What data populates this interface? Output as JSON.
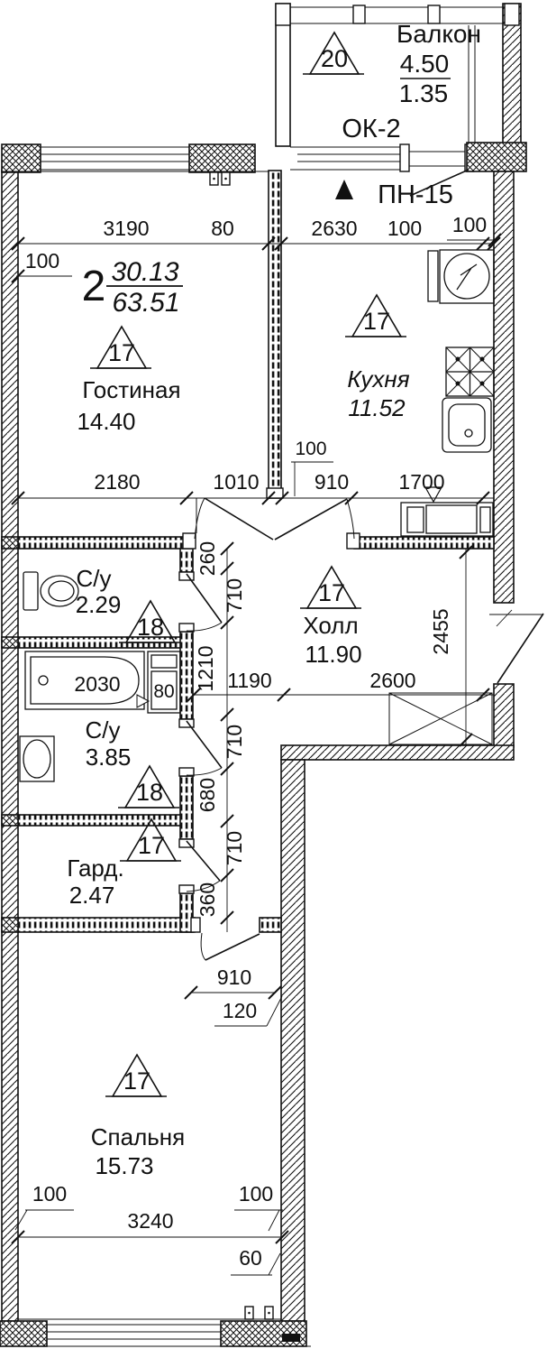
{
  "apartment": {
    "number": "2",
    "area_top": "30.13",
    "area_bottom": "63.51"
  },
  "balcony": {
    "zone": "20",
    "name": "Балкон",
    "area_top": "4.50",
    "area_bottom": "1.35"
  },
  "marks": {
    "balcony_window": "ОК-2",
    "door_panel": "ПН-15"
  },
  "rooms": {
    "living": {
      "zone": "17",
      "name": "Гостиная",
      "area": "14.40"
    },
    "kitchen": {
      "zone": "17",
      "name": "Кухня",
      "area": "11.52"
    },
    "hall": {
      "zone": "17",
      "name": "Холл",
      "area": "11.90"
    },
    "bath1": {
      "zone": "18",
      "name": "С/у",
      "area": "2.29"
    },
    "bath2": {
      "zone": "18",
      "name": "С/у",
      "area": "3.85"
    },
    "wardrobe": {
      "zone": "17",
      "name": "Гард.",
      "area": "2.47"
    },
    "bedroom": {
      "zone": "17",
      "name": "Спальня",
      "area": "15.73"
    }
  },
  "dims": {
    "top_left_100": "100",
    "top_3190": "3190",
    "top_80": "80",
    "top_2630": "2630",
    "top_100": "100",
    "kitchen_100": "100",
    "mid_2180": "2180",
    "mid_1010": "1010",
    "mid_100": "100",
    "mid_910": "910",
    "mid_1700": "1700",
    "v_260": "260",
    "v_710a": "710",
    "v_1210": "1210",
    "v_710b": "710",
    "v_680": "680",
    "v_710c": "710",
    "v_360": "360",
    "hall_1190": "1190",
    "hall_2600": "2600",
    "hall_2455": "2455",
    "tub_2030": "2030",
    "tub_80": "80",
    "bed_910": "910",
    "bed_120": "120",
    "bot_100l": "100",
    "bot_100r": "100",
    "bot_3240": "3240",
    "bot_60": "60"
  }
}
